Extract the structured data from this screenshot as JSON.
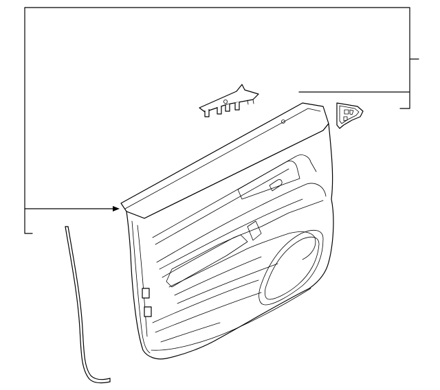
{
  "diagram": {
    "style": "exploded-parts-line-drawing",
    "background": "#ffffff",
    "line_color": "#000000",
    "parts": [
      "door-trim-panel",
      "upper-trim-cover",
      "corner-bracket",
      "weatherstrip-seal"
    ],
    "callout_labels": []
  }
}
